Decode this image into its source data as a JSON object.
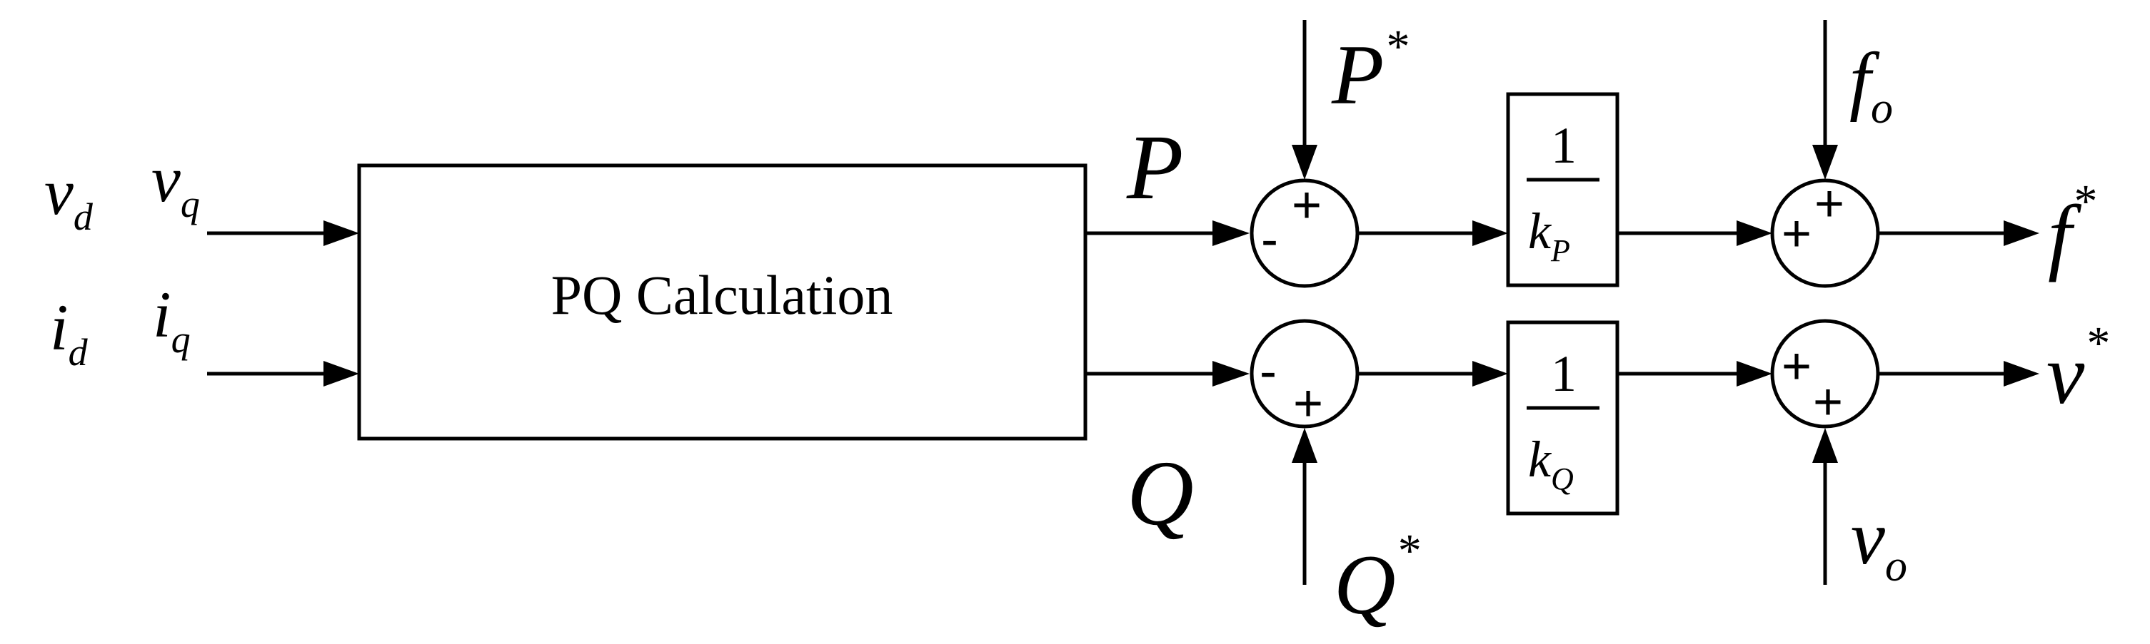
{
  "block": {
    "label": "PQ Calculation"
  },
  "inputs": {
    "vd_base": "v",
    "vd_sub": "d",
    "vq_base": "v",
    "vq_sub": "q",
    "id_base": "i",
    "id_sub": "d",
    "iq_base": "i",
    "iq_sub": "q"
  },
  "outputs": {
    "p": "P",
    "q": "Q"
  },
  "refs": {
    "pstar_base": "P",
    "pstar_sup": "*",
    "qstar_base": "Q",
    "qstar_sup": "*",
    "fo_base": "f",
    "fo_sub": "o",
    "vo_base": "v",
    "vo_sub": "o"
  },
  "gains": {
    "p_num": "1",
    "p_den_base": "k",
    "p_den_sub": "P",
    "q_num": "1",
    "q_den_base": "k",
    "q_den_sub": "Q"
  },
  "final_outputs": {
    "f_base": "f",
    "f_sup": "*",
    "v_base": "v",
    "v_sup": "*"
  },
  "signs": {
    "sj1_top": "+",
    "sj1_left": "-",
    "sj2_left": "-",
    "sj2_bottom": "+",
    "sj3_top": "+",
    "sj3_left": "+",
    "sj4_left": "+",
    "sj4_bottom": "+"
  }
}
